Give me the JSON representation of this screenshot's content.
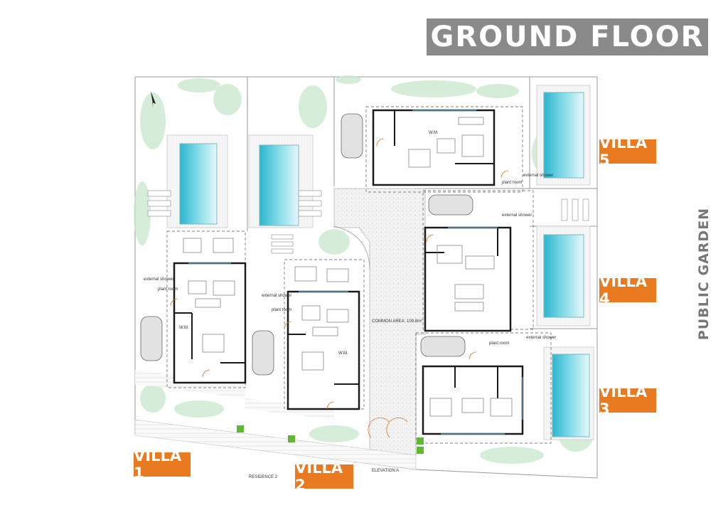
{
  "title": "GROUND FLOOR",
  "public_garden": "PUBLIC GARDEN",
  "villas": {
    "v1": "VILLA 1",
    "v2": "VILLA 2",
    "v3": "VILLA 3",
    "v4": "VILLA 4",
    "v5": "VILLA 5"
  },
  "plan_labels": {
    "common_area": "COMMON AREA: 109.8m²",
    "elevation": "ELEVATION A",
    "residence": "RESIDENCE 2",
    "external_shower": "external shower",
    "plant_room": "plant room",
    "wm": "W.M."
  },
  "colors": {
    "accent": "#ea7a1f",
    "title_bg": "#8a8a8a",
    "pool": "#39c3d8",
    "greenery": "#a9d9b0",
    "wall": "#1a1a1a"
  }
}
